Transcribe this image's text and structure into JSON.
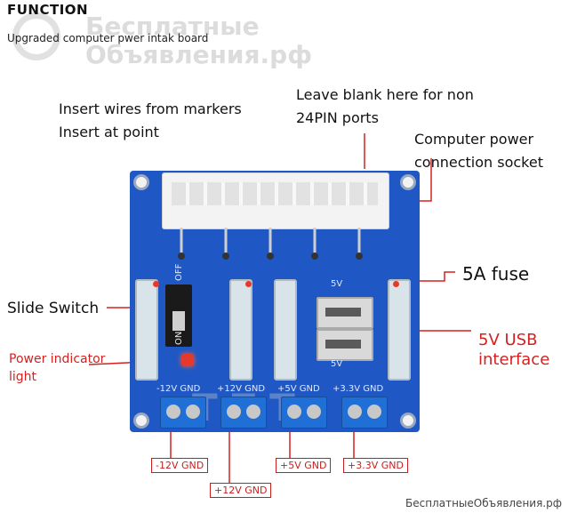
{
  "header": {
    "title": "FUNCTION",
    "subtitle": "Upgraded computer pwer intak board"
  },
  "watermark": {
    "line1": "Бесплатные",
    "line2": "Объявления.рф",
    "footer": "БесплатныеОбъявления.рф",
    "board_brand": "TZT"
  },
  "callouts": {
    "insert_wires": "Insert wires from markers",
    "insert_point": "Insert at point",
    "leave_blank_1": "Leave blank here for non",
    "leave_blank_2": "24PIN ports",
    "socket_1": "Computer power",
    "socket_2": "connection socket",
    "fuse": "5A fuse",
    "slide_switch": "Slide Switch",
    "power_indicator_1": "Power indicator",
    "power_indicator_2": "light",
    "usb_1": "5V USB",
    "usb_2": "interface"
  },
  "board": {
    "switch_off": "OFF",
    "switch_on": "ON",
    "usb_top": "5V",
    "usb_bottom": "5V",
    "silk_labels": [
      "-12V GND",
      "+12V GND",
      "+5V GND",
      "+3.3V GND"
    ]
  },
  "terminals": [
    "-12V GND",
    "+12V GND",
    "+5V GND",
    "+3.3V GND"
  ],
  "colors": {
    "board": "#1f58c4",
    "callout_line": "#d62020",
    "terminal_block": "#1f6fd6",
    "fuse_glass": "#d8e4ea"
  }
}
